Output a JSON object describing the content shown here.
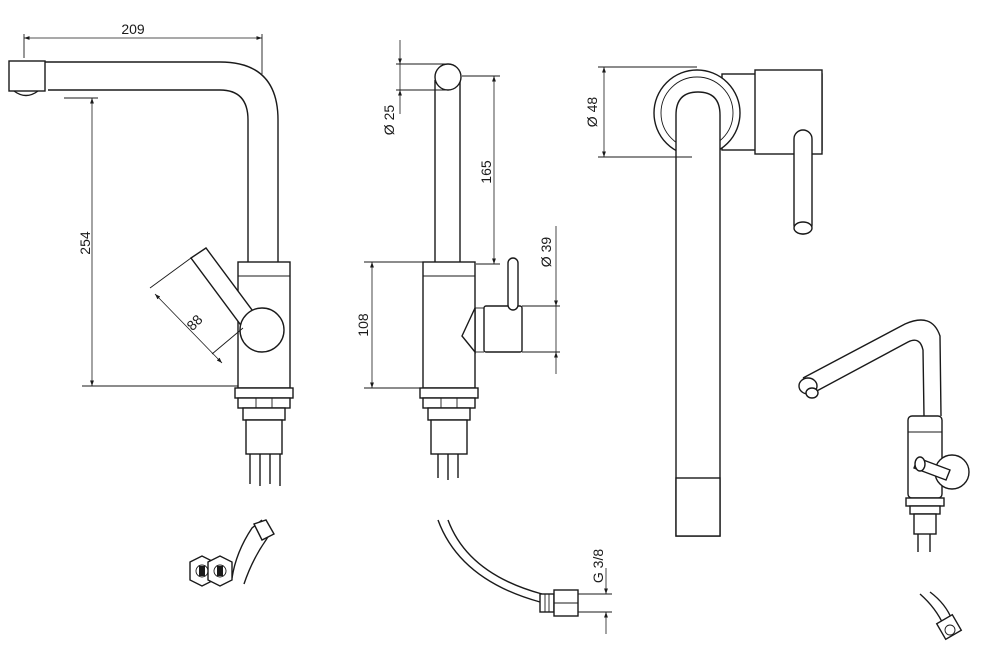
{
  "dimensions": {
    "spout_reach": "209",
    "spout_height": "254",
    "lever_length": "88",
    "spout_diameter": "Ø 25",
    "spout_rise": "165",
    "lever_diameter": "Ø 39",
    "body_height": "108",
    "base_diameter": "Ø 48",
    "hose_thread": "G 3/8"
  },
  "colors": {
    "line": "#1a1a1a",
    "background": "#ffffff"
  }
}
